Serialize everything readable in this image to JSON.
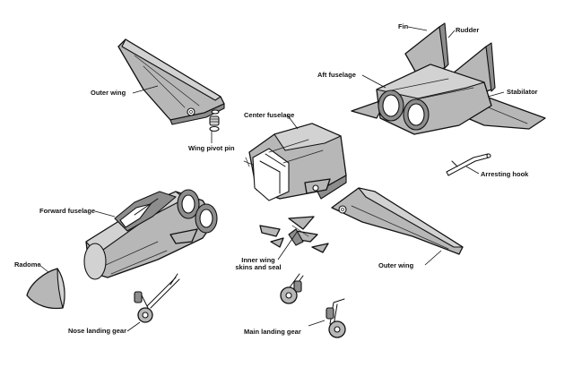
{
  "labels": {
    "fin": "Fin",
    "rudder": "Rudder",
    "aft_fuselage": "Aft fuselage",
    "stabilator": "Stabilator",
    "outer_wing_top": "Outer wing",
    "wing_pivot_pin": "Wing pivot pin",
    "center_fuselage": "Center fuselage",
    "arresting_hook": "Arresting hook",
    "forward_fuselage": "Forward fuselage",
    "inner_wing_line1": "Inner wing",
    "inner_wing_line2": "skins and seal",
    "outer_wing_bottom": "Outer wing",
    "radome": "Radome",
    "nose_landing_gear": "Nose landing gear",
    "main_landing_gear": "Main landing gear"
  }
}
